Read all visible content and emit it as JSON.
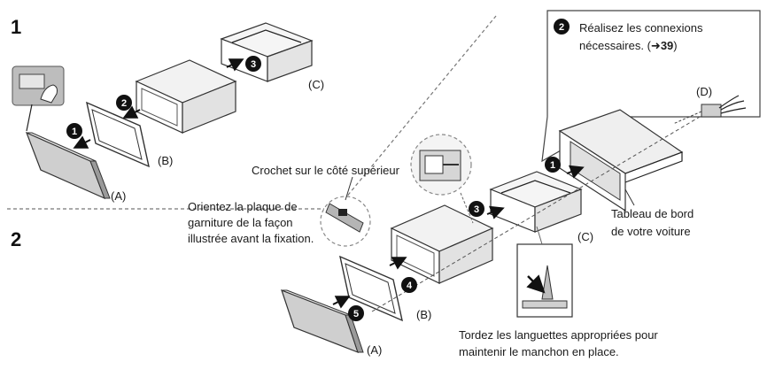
{
  "steps": {
    "one": "1",
    "two": "2"
  },
  "badges": {
    "b1": "1",
    "b2": "2",
    "b3": "3",
    "b4": "4",
    "b5": "5",
    "callout": "2"
  },
  "callout": {
    "line1": "Réalisez les connexions",
    "line2": "nécessaires. (",
    "arrow": "➜",
    "ref": "39",
    "close": ")"
  },
  "parts": {
    "a": "(A)",
    "b": "(B)",
    "c": "(C)",
    "d": "(D)"
  },
  "notes": {
    "hook": "Crochet sur le côté supérieur",
    "orient1": "Orientez la plaque de",
    "orient2": "garniture de la façon",
    "orient3": "illustrée avant la fixation.",
    "dash1": "Tableau de bord",
    "dash2": "de votre voiture",
    "tabs1": "Tordez les languettes appropriées pour",
    "tabs2": "maintenir le manchon en place."
  }
}
